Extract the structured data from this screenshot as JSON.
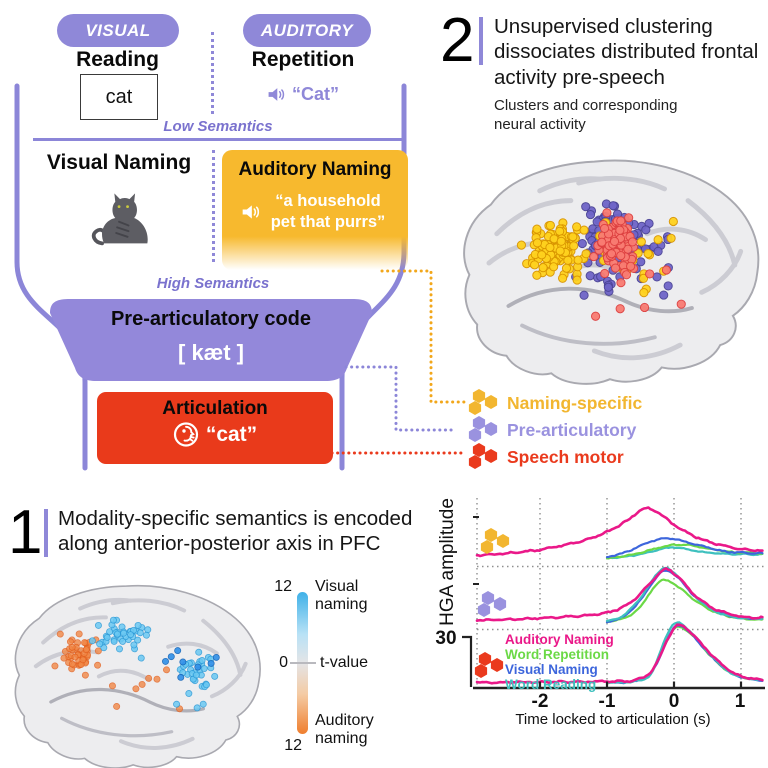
{
  "palette": {
    "purple": "#8F88D8",
    "purple_text": "#7A72CE",
    "yellow": "#F7B92E",
    "yellow_line": "#F2A71B",
    "red": "#E93A1B",
    "magenta": "#EA1889",
    "green": "#6BD946",
    "blue": "#3D66DC",
    "teal": "#3EC0BE"
  },
  "funnel": {
    "visual_pill": "VISUAL",
    "auditory_pill": "AUDITORY",
    "reading": {
      "title": "Reading",
      "stimulus": "cat"
    },
    "repetition": {
      "title": "Repetition",
      "speech": "“Cat”"
    },
    "low_semantics": "Low Semantics",
    "visual_naming": {
      "title": "Visual Naming"
    },
    "auditory_naming": {
      "title": "Auditory Naming",
      "speech": "“a household pet that purrs”"
    },
    "high_semantics": "High Semantics",
    "pre_articulatory": {
      "title": "Pre-articulatory code",
      "code": "[ kæt ]"
    },
    "articulation": {
      "title": "Articulation",
      "speech": "“cat”"
    }
  },
  "panel2": {
    "number": "2",
    "title": "Unsupervised clustering dissociates distributed frontal activity pre-speech",
    "subtitle": "Clusters and corresponding neural activity"
  },
  "cluster_legend": [
    {
      "label": "Naming-specific",
      "color": "#F2B630"
    },
    {
      "label": "Pre-articulatory",
      "color": "#9A92DF"
    },
    {
      "label": "Speech motor",
      "color": "#EA3A1D"
    }
  ],
  "panel1": {
    "number": "1",
    "title": "Modality-specific semantics is encoded along anterior-posterior axis in PFC",
    "colorbar": {
      "top_value": "12",
      "top_label": "Visual naming",
      "mid_value": "0",
      "mid_label": "t-value",
      "bottom_label": "Auditory naming",
      "bottom_value": "12"
    }
  },
  "icons": {
    "speaker": "speaker-icon",
    "speaking_face": "speaking-face-icon"
  },
  "chart_data": {
    "hga": {
      "type": "line",
      "ylabel": "HGA amplitude",
      "xlabel": "Time locked to articulation (s)",
      "x_ticks": [
        "-2",
        "-1",
        "0",
        "1"
      ],
      "x_tick_values": [
        -2,
        -1,
        0,
        1
      ],
      "y_tick": "30",
      "x_range": [
        -2.94,
        1.32
      ],
      "grid": "dotted",
      "legend": [
        {
          "label": "Auditory Naming",
          "color": "#EA1889"
        },
        {
          "label": "Word Repetition",
          "color": "#6BD946"
        },
        {
          "label": "Visual Naming",
          "color": "#3D66DC"
        },
        {
          "label": "Word Reading",
          "color": "#3EC0BE"
        }
      ],
      "panels": [
        {
          "name": "naming-specific",
          "marker_color": "#F2B630",
          "series": [
            {
              "name": "Word Reading",
              "color": "#3EC0BE",
              "w": 2.2,
              "noise": 0.8,
              "seed": 41,
              "pts": [
                [
                  -1,
                  0.02
                ],
                [
                  -0.7,
                  0.05
                ],
                [
                  -0.4,
                  0.12
                ],
                [
                  -0.15,
                  0.2
                ],
                [
                  0.05,
                  0.22
                ],
                [
                  0.3,
                  0.16
                ],
                [
                  0.7,
                  0.1
                ],
                [
                  1.32,
                  0.09
                ]
              ]
            },
            {
              "name": "Word Repetition",
              "color": "#6BD946",
              "w": 2.2,
              "noise": 0.8,
              "seed": 42,
              "pts": [
                [
                  -1,
                  0.01
                ],
                [
                  -0.6,
                  0.09
                ],
                [
                  -0.3,
                  0.19
                ],
                [
                  0,
                  0.27
                ],
                [
                  0.25,
                  0.26
                ],
                [
                  0.55,
                  0.19
                ],
                [
                  0.9,
                  0.13
                ],
                [
                  1.32,
                  0.11
                ]
              ]
            },
            {
              "name": "Visual Naming",
              "color": "#3D66DC",
              "w": 2.2,
              "noise": 0.8,
              "seed": 43,
              "pts": [
                [
                  -1,
                  0.03
                ],
                [
                  -0.7,
                  0.14
                ],
                [
                  -0.4,
                  0.31
                ],
                [
                  -0.12,
                  0.4
                ],
                [
                  0.15,
                  0.34
                ],
                [
                  0.45,
                  0.24
                ],
                [
                  0.8,
                  0.14
                ],
                [
                  1.32,
                  0.11
                ]
              ]
            },
            {
              "name": "Auditory Naming",
              "color": "#EA1889",
              "w": 2.6,
              "noise": 1.1,
              "seed": 44,
              "pts": [
                [
                  -2.94,
                  0.07
                ],
                [
                  -2.4,
                  0.12
                ],
                [
                  -1.9,
                  0.2
                ],
                [
                  -1.4,
                  0.34
                ],
                [
                  -1,
                  0.52
                ],
                [
                  -0.7,
                  0.74
                ],
                [
                  -0.45,
                  0.97
                ],
                [
                  -0.25,
                  0.9
                ],
                [
                  0,
                  0.66
                ],
                [
                  0.3,
                  0.44
                ],
                [
                  0.6,
                  0.3
                ],
                [
                  0.95,
                  0.2
                ],
                [
                  1.32,
                  0.16
                ]
              ]
            }
          ]
        },
        {
          "name": "pre-articulatory",
          "marker_color": "#9A92DF",
          "series": [
            {
              "name": "Word Repetition",
              "color": "#6BD946",
              "w": 2.2,
              "noise": 0.8,
              "seed": 45,
              "pts": [
                [
                  -1,
                  0.02
                ],
                [
                  -0.72,
                  0.1
                ],
                [
                  -0.5,
                  0.3
                ],
                [
                  -0.28,
                  0.68
                ],
                [
                  -0.12,
                  0.78
                ],
                [
                  0.1,
                  0.62
                ],
                [
                  0.35,
                  0.38
                ],
                [
                  0.65,
                  0.18
                ],
                [
                  1,
                  0.08
                ],
                [
                  1.32,
                  0.06
                ]
              ]
            },
            {
              "name": "Visual Naming",
              "color": "#3D66DC",
              "w": 2.2,
              "noise": 0.8,
              "seed": 46,
              "pts": [
                [
                  -1,
                  0.02
                ],
                [
                  -0.75,
                  0.12
                ],
                [
                  -0.5,
                  0.42
                ],
                [
                  -0.25,
                  0.85
                ],
                [
                  -0.1,
                  0.95
                ],
                [
                  0.08,
                  0.8
                ],
                [
                  0.3,
                  0.5
                ],
                [
                  0.6,
                  0.24
                ],
                [
                  0.95,
                  0.1
                ],
                [
                  1.32,
                  0.08
                ]
              ]
            },
            {
              "name": "Word Reading",
              "color": "#3EC0BE",
              "w": 2.2,
              "noise": 0.8,
              "seed": 47,
              "pts": [
                [
                  -1,
                  0.03
                ],
                [
                  -0.75,
                  0.14
                ],
                [
                  -0.5,
                  0.46
                ],
                [
                  -0.25,
                  0.9
                ],
                [
                  -0.12,
                  1.0
                ],
                [
                  0.08,
                  0.82
                ],
                [
                  0.3,
                  0.5
                ],
                [
                  0.6,
                  0.22
                ],
                [
                  0.95,
                  0.1
                ],
                [
                  1.32,
                  0.08
                ]
              ]
            },
            {
              "name": "Auditory Naming",
              "color": "#EA1889",
              "w": 2.6,
              "noise": 1.1,
              "seed": 48,
              "pts": [
                [
                  -2.94,
                  0.05
                ],
                [
                  -2.3,
                  0.07
                ],
                [
                  -1.8,
                  0.1
                ],
                [
                  -1.3,
                  0.14
                ],
                [
                  -0.95,
                  0.2
                ],
                [
                  -0.65,
                  0.37
                ],
                [
                  -0.4,
                  0.66
                ],
                [
                  -0.15,
                  0.97
                ],
                [
                  0.05,
                  0.85
                ],
                [
                  0.3,
                  0.52
                ],
                [
                  0.6,
                  0.26
                ],
                [
                  1,
                  0.12
                ],
                [
                  1.32,
                  0.1
                ]
              ]
            }
          ]
        },
        {
          "name": "speech-motor",
          "marker_color": "#EA3A1D",
          "series": [
            {
              "name": "Word Repetition",
              "color": "#6BD946",
              "w": 2.2,
              "noise": 0.8,
              "seed": 49,
              "pts": [
                [
                  -1,
                  0.04
                ],
                [
                  -0.6,
                  0.06
                ],
                [
                  -0.35,
                  0.2
                ],
                [
                  -0.1,
                  0.75
                ],
                [
                  0.06,
                  0.97
                ],
                [
                  0.28,
                  0.82
                ],
                [
                  0.55,
                  0.48
                ],
                [
                  0.85,
                  0.2
                ],
                [
                  1.15,
                  0.1
                ],
                [
                  1.32,
                  0.08
                ]
              ]
            },
            {
              "name": "Visual Naming",
              "color": "#3D66DC",
              "w": 2.2,
              "noise": 0.8,
              "seed": 50,
              "pts": [
                [
                  -1,
                  0.04
                ],
                [
                  -0.6,
                  0.06
                ],
                [
                  -0.33,
                  0.22
                ],
                [
                  -0.08,
                  0.8
                ],
                [
                  0.07,
                  1.0
                ],
                [
                  0.3,
                  0.8
                ],
                [
                  0.58,
                  0.45
                ],
                [
                  0.88,
                  0.18
                ],
                [
                  1.15,
                  0.1
                ],
                [
                  1.32,
                  0.08
                ]
              ]
            },
            {
              "name": "Word Reading",
              "color": "#3EC0BE",
              "w": 2.2,
              "noise": 0.8,
              "seed": 51,
              "pts": [
                [
                  -1,
                  0.04
                ],
                [
                  -0.62,
                  0.06
                ],
                [
                  -0.35,
                  0.18
                ],
                [
                  -0.1,
                  0.85
                ],
                [
                  0.05,
                  1.04
                ],
                [
                  0.28,
                  0.85
                ],
                [
                  0.55,
                  0.5
                ],
                [
                  0.85,
                  0.2
                ],
                [
                  1.15,
                  0.1
                ],
                [
                  1.32,
                  0.08
                ]
              ]
            },
            {
              "name": "Auditory Naming",
              "color": "#EA1889",
              "w": 2.6,
              "noise": 1.1,
              "seed": 52,
              "pts": [
                [
                  -2.94,
                  0.04
                ],
                [
                  -2.4,
                  0.045
                ],
                [
                  -1.9,
                  0.05
                ],
                [
                  -1.4,
                  0.05
                ],
                [
                  -1,
                  0.06
                ],
                [
                  -0.6,
                  0.08
                ],
                [
                  -0.32,
                  0.25
                ],
                [
                  -0.08,
                  0.8
                ],
                [
                  0.08,
                  1.0
                ],
                [
                  0.3,
                  0.82
                ],
                [
                  0.58,
                  0.48
                ],
                [
                  0.88,
                  0.2
                ],
                [
                  1.15,
                  0.11
                ],
                [
                  1.32,
                  0.09
                ]
              ]
            }
          ]
        }
      ]
    },
    "brain_maps": [
      {
        "target": "dots2",
        "dot_r": 4.2,
        "clusters": [
          {
            "color": "#6F65C8",
            "stroke": "#4A4395",
            "n": 52,
            "cx": 165,
            "cy": 88,
            "sx": 52,
            "sy": 42,
            "seed": 7
          },
          {
            "color": "#6F65C8",
            "stroke": "#4A4395",
            "n": 44,
            "cx": 190,
            "cy": 118,
            "sx": 100,
            "sy": 62,
            "seed": 11
          },
          {
            "color": "#FFD21E",
            "stroke": "#D99500",
            "n": 125,
            "cx": 112,
            "cy": 108,
            "sx": 38,
            "sy": 36,
            "seed": 3
          },
          {
            "color": "#FFD21E",
            "stroke": "#D99500",
            "n": 28,
            "cx": 185,
            "cy": 120,
            "sx": 98,
            "sy": 62,
            "seed": 5
          },
          {
            "color": "#F97C72",
            "stroke": "#DD4040",
            "n": 92,
            "cx": 172,
            "cy": 100,
            "sx": 27,
            "sy": 40,
            "seed": 9
          },
          {
            "color": "#F97C72",
            "stroke": "#DD4040",
            "n": 14,
            "cx": 205,
            "cy": 140,
            "sx": 80,
            "sy": 55,
            "seed": 13
          }
        ]
      },
      {
        "target": "dots1",
        "dot_r": 3.8,
        "clusters": [
          {
            "color": "#F08747",
            "stroke": "#E2601F",
            "n": 48,
            "cx": 95,
            "cy": 105,
            "sx": 38,
            "sy": 33,
            "seed": 21,
            "alpha": 0.8
          },
          {
            "color": "#F08747",
            "stroke": "#E2601F",
            "n": 9,
            "cx": 160,
            "cy": 140,
            "sx": 85,
            "sy": 50,
            "seed": 23,
            "alpha": 0.8
          },
          {
            "color": "#6AC8F2",
            "stroke": "#2D9BD8",
            "n": 42,
            "cx": 150,
            "cy": 82,
            "sx": 46,
            "sy": 33,
            "seed": 25,
            "alpha": 0.85
          },
          {
            "color": "#6AC8F2",
            "stroke": "#2D9BD8",
            "n": 34,
            "cx": 247,
            "cy": 128,
            "sx": 36,
            "sy": 46,
            "seed": 27,
            "alpha": 0.85
          },
          {
            "color": "#2F8FE8",
            "stroke": "#1565B8",
            "n": 8,
            "cx": 235,
            "cy": 118,
            "sx": 45,
            "sy": 40,
            "seed": 29,
            "alpha": 0.9
          }
        ]
      }
    ]
  }
}
